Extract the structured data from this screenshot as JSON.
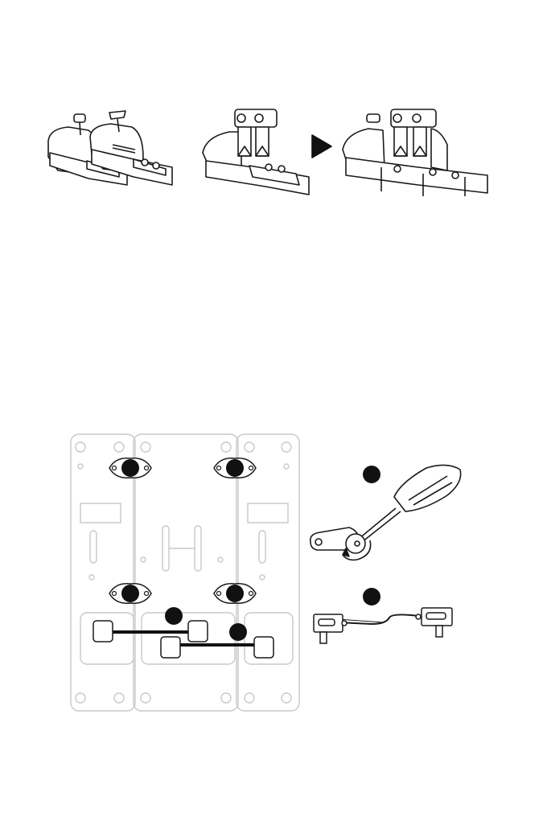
{
  "figure_top": {
    "items": [
      {
        "name": "add-on-levers-pair"
      },
      {
        "name": "throttle-quadrant-base"
      },
      {
        "name": "assembled-quadrant"
      }
    ],
    "arrow": "play-arrow-icon"
  },
  "figure_bottom": {
    "callouts": [
      {
        "id": "callout-screws"
      },
      {
        "id": "callout-cables-a"
      },
      {
        "id": "callout-cables-b"
      },
      {
        "id": "callout-screwdriver"
      },
      {
        "id": "callout-cable"
      }
    ]
  },
  "colors": {
    "line": "#1a1a1a",
    "light": "#c8c8c8",
    "fill_dark": "#111111"
  }
}
